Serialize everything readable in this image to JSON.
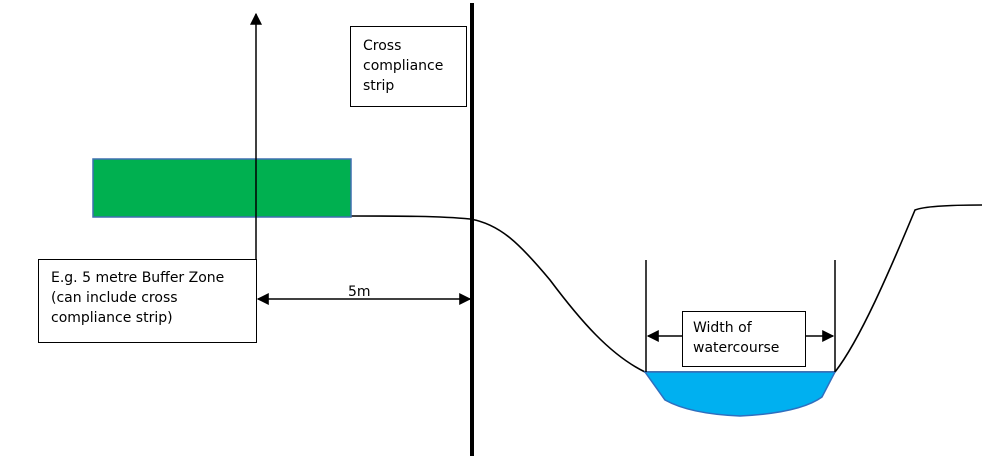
{
  "colors": {
    "buffer_strip": "#00b050",
    "buffer_strip_border": "#3f6fb0",
    "water": "#00b0f0",
    "water_border": "#2f6fbf",
    "lines": "#000000"
  },
  "labels": {
    "cross_compliance": [
      "Cross",
      "compliance",
      "strip"
    ],
    "buffer_zone": [
      "E.g. 5 metre Buffer Zone",
      "(can include cross",
      "compliance strip)"
    ],
    "distance": "5m",
    "width": [
      "Width of",
      "watercourse"
    ]
  }
}
